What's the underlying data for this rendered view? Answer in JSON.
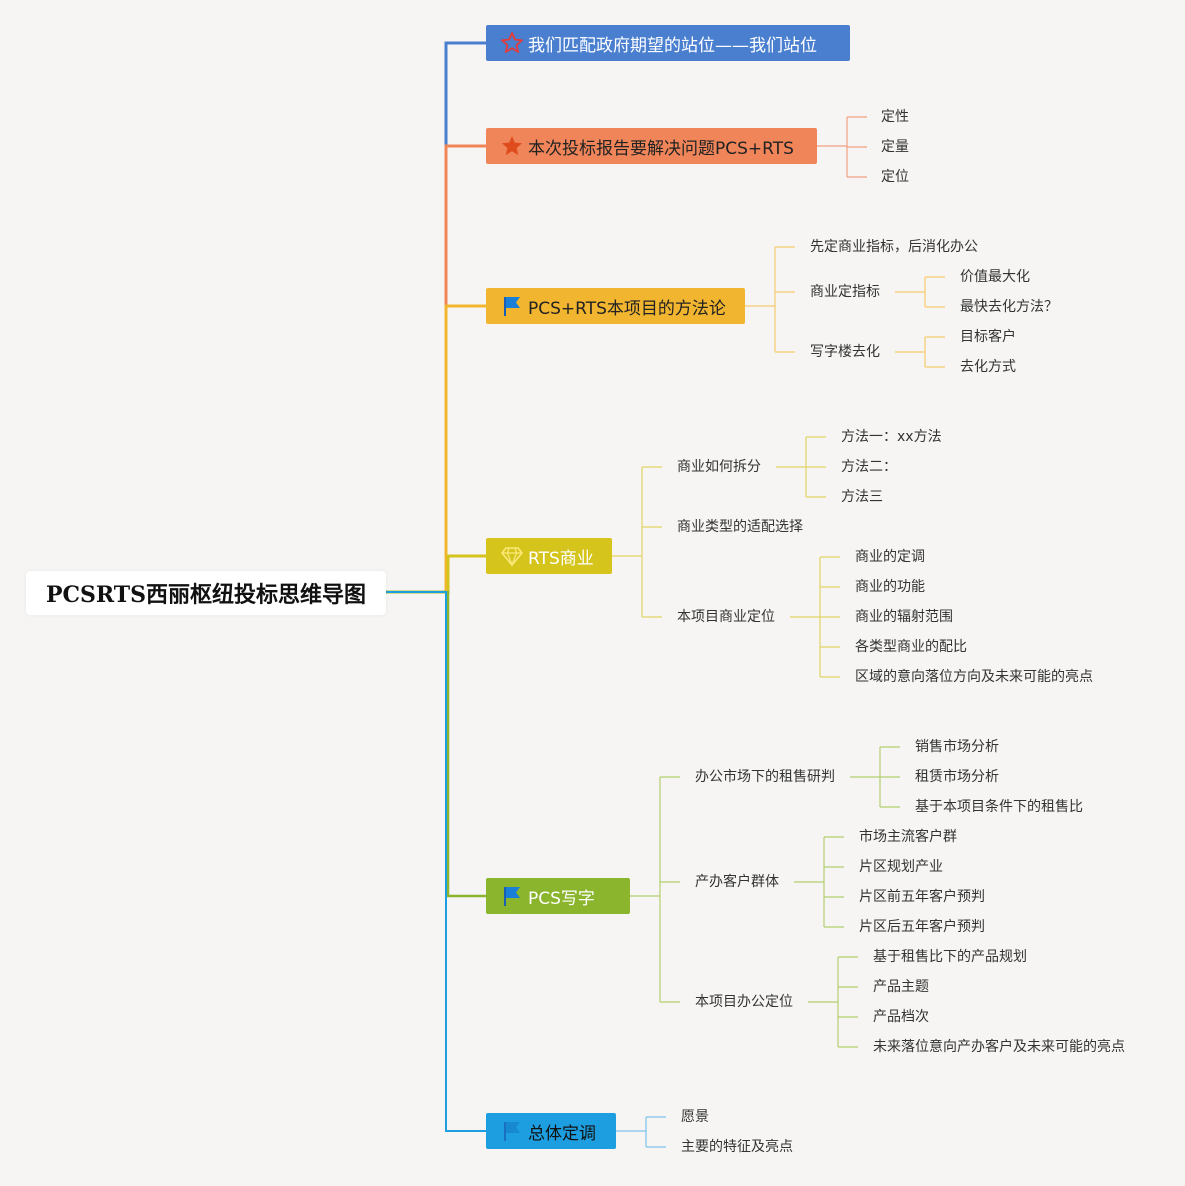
{
  "root": {
    "title": "PCSRTS西丽枢纽投标思维导图"
  },
  "branches": [
    {
      "title": "我们匹配政府期望的站位——我们站位",
      "color": "#4a7fd0",
      "icon": "star-outline-icon",
      "children": []
    },
    {
      "title": "本次投标报告要解决问题PCS+RTS",
      "color": "#f0855a",
      "icon": "star-icon",
      "children": [
        "定性",
        "定量",
        "定位"
      ]
    },
    {
      "title": "PCS+RTS本项目的方法论",
      "color": "#f2b530",
      "icon": "flag-icon",
      "sub": [
        {
          "label": "先定商业指标，后消化办公",
          "children": []
        },
        {
          "label": "商业定指标",
          "children": [
            "价值最大化",
            "最快去化方法？"
          ]
        },
        {
          "label": "写字楼去化",
          "children": [
            "目标客户",
            "去化方式"
          ]
        }
      ]
    },
    {
      "title": "RTS商业",
      "color": "#d5c41c",
      "icon": "diamond-icon",
      "sub": [
        {
          "label": "商业如何拆分",
          "children": [
            "方法一：xx方法",
            "方法二：",
            "方法三"
          ]
        },
        {
          "label": "商业类型的适配选择",
          "children": []
        },
        {
          "label": "本项目商业定位",
          "children": [
            "商业的定调",
            "商业的功能",
            "商业的辐射范围",
            "各类型商业的配比",
            "区域的意向落位方向及未来可能的亮点"
          ]
        }
      ]
    },
    {
      "title": "PCS写字",
      "color": "#8ab52c",
      "icon": "flag-icon",
      "sub": [
        {
          "label": "办公市场下的租售研判",
          "children": [
            "销售市场分析",
            "租赁市场分析",
            "基于本项目条件下的租售比"
          ]
        },
        {
          "label": "产办客户群体",
          "children": [
            "市场主流客户群",
            "片区规划产业",
            "片区前五年客户预判",
            "片区后五年客户预判"
          ]
        },
        {
          "label": "本项目办公定位",
          "children": [
            "基于租售比下的产品规划",
            "产品主题",
            "产品档次",
            "未来落位意向产办客户及未来可能的亮点"
          ]
        }
      ]
    },
    {
      "title": "总体定调",
      "color": "#1d9ee0",
      "icon": "flag-icon",
      "children": [
        "愿景",
        "主要的特征及亮点"
      ]
    }
  ]
}
